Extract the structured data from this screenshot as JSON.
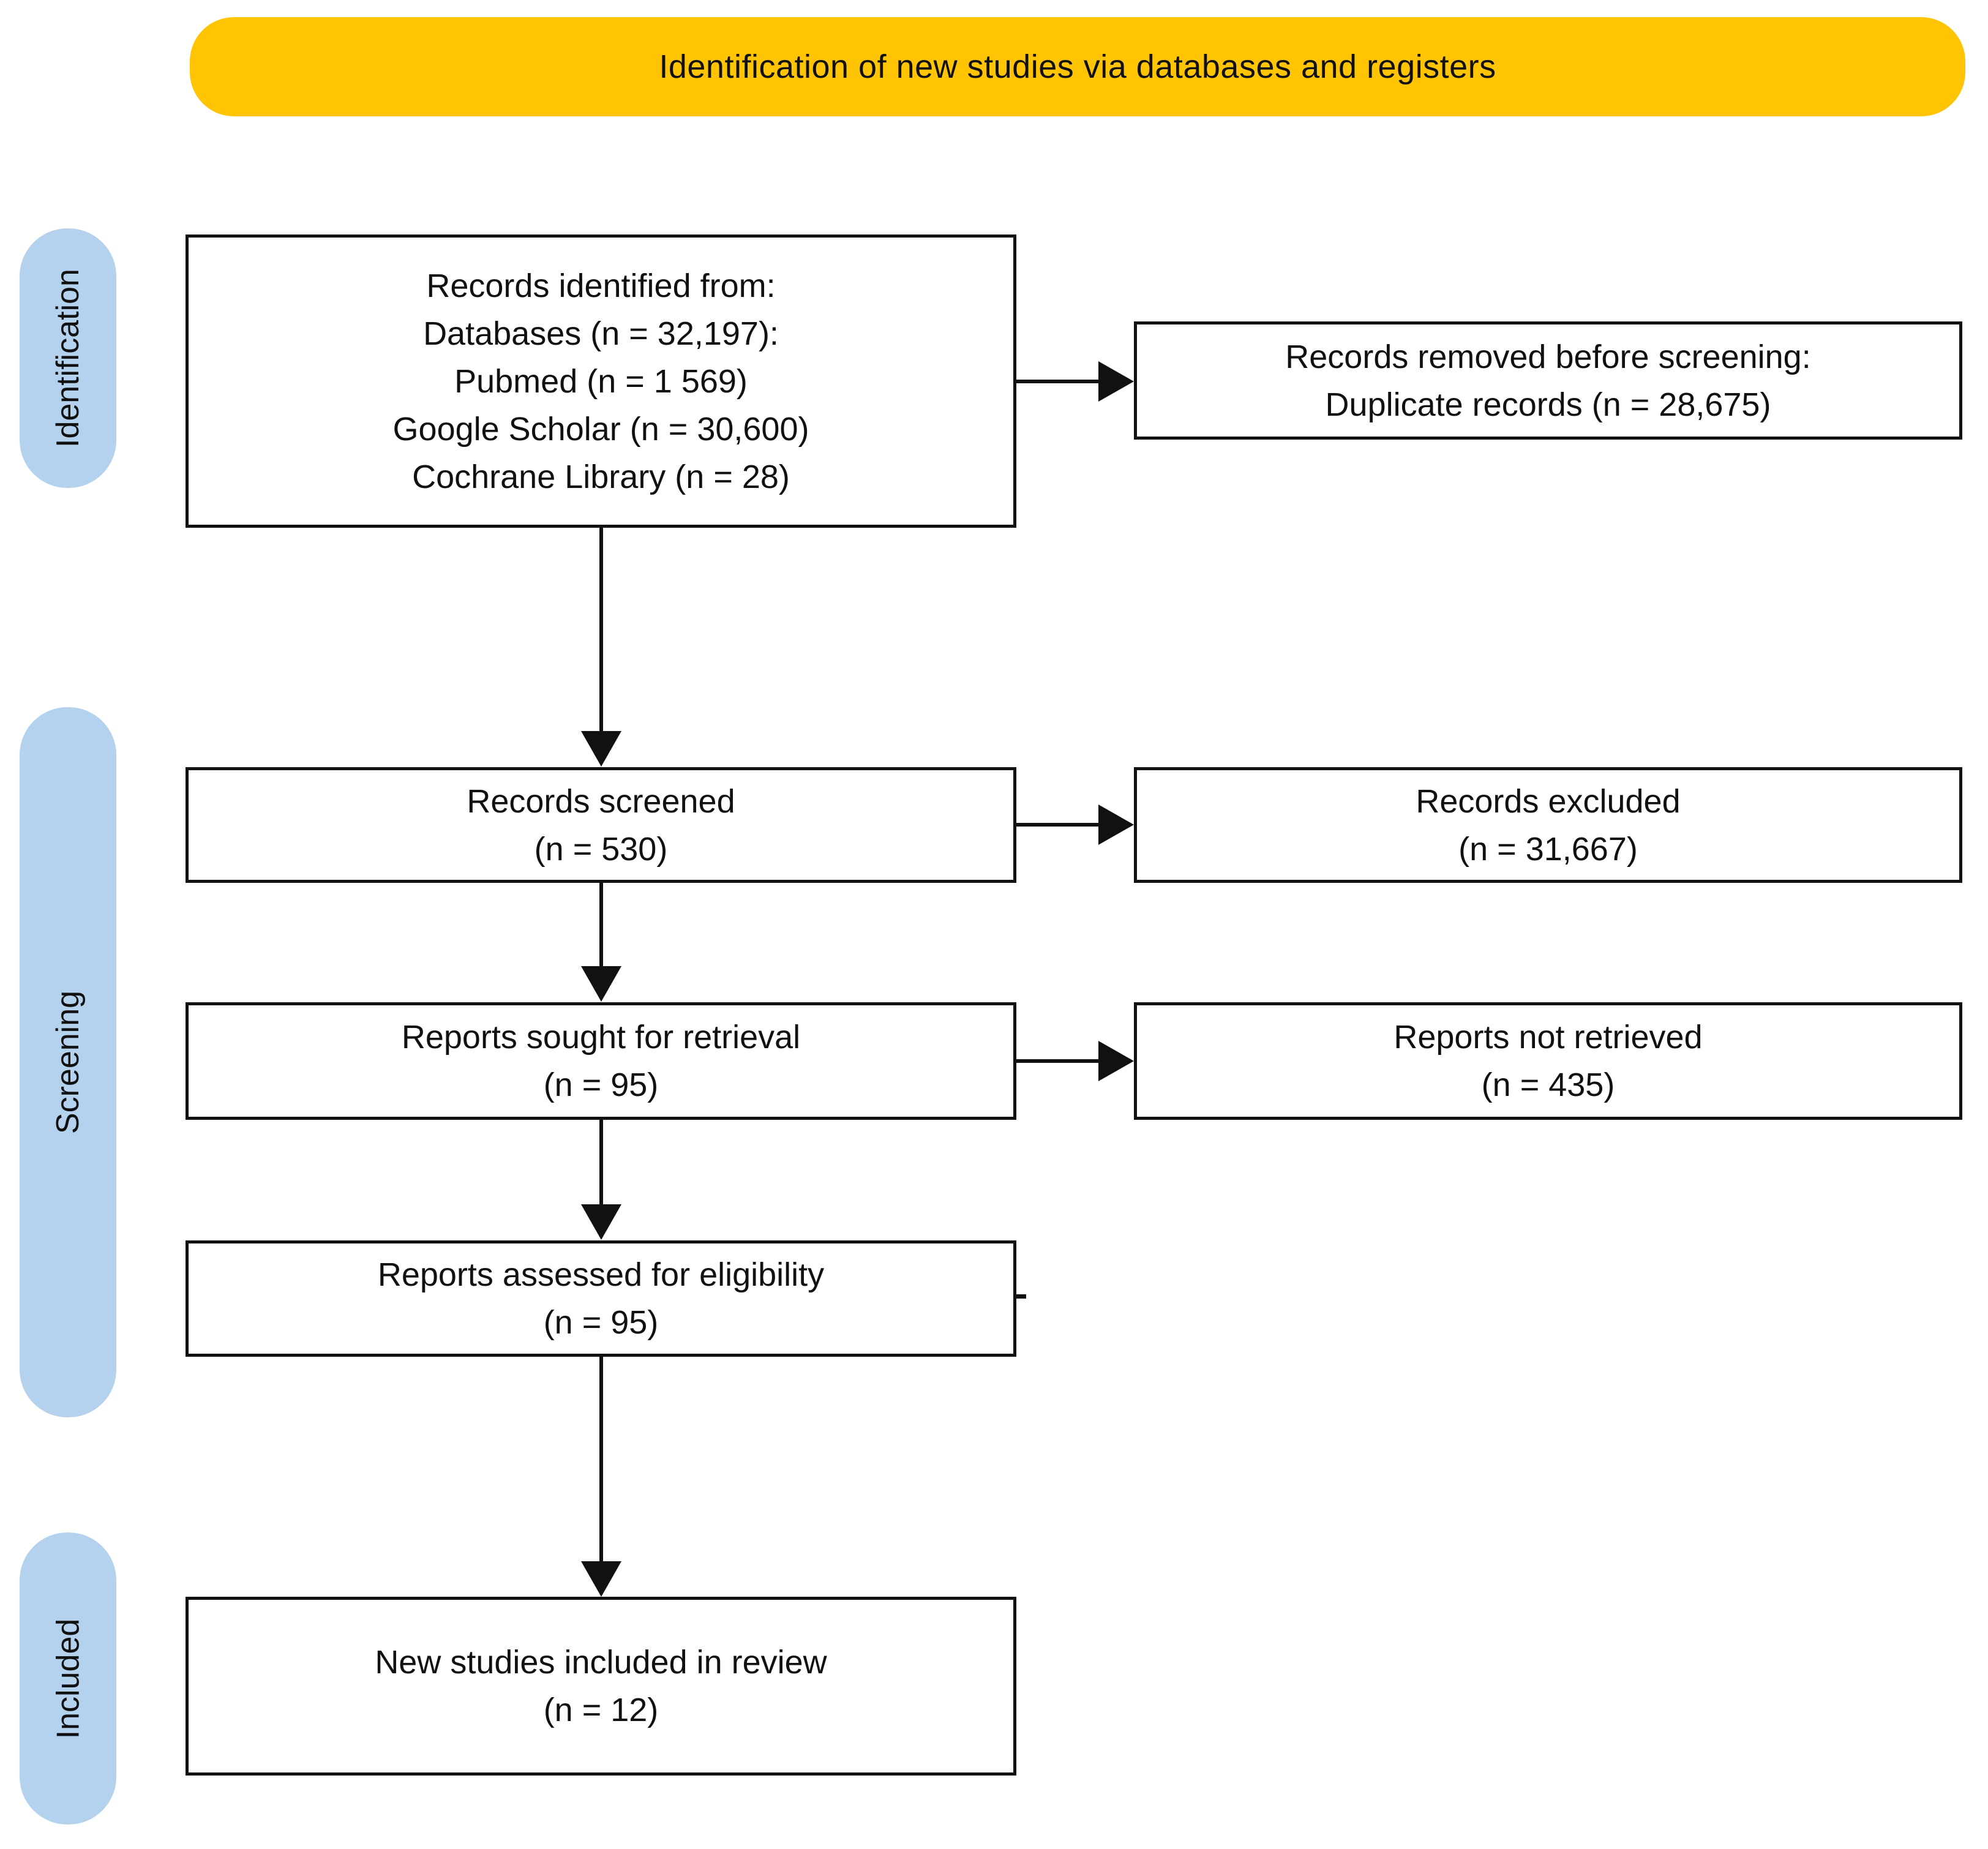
{
  "banner": {
    "title": "Identification of new studies via databases and registers"
  },
  "stages": {
    "identification": "Identification",
    "screening": "Screening",
    "included": "Included"
  },
  "boxes": {
    "identified": {
      "lines": [
        "Records identified from:",
        "Databases (n = 32,197):",
        "Pubmed (n = 1 569)",
        "Google Scholar (n = 30,600)",
        "Cochrane Library (n = 28)"
      ]
    },
    "removed": {
      "lines": [
        "Records removed before screening:",
        "Duplicate records (n = 28,675)"
      ]
    },
    "screened": {
      "lines": [
        "Records screened",
        "(n = 530)"
      ]
    },
    "excluded": {
      "lines": [
        "Records excluded",
        "(n = 31,667)"
      ]
    },
    "sought": {
      "lines": [
        "Reports sought for retrieval",
        "(n = 95)"
      ]
    },
    "not_retrieved": {
      "lines": [
        "Reports not retrieved",
        "(n = 435)"
      ]
    },
    "assessed": {
      "lines": [
        "Reports assessed for eligibility",
        "(n = 95)"
      ]
    },
    "included_review": {
      "lines": [
        "New studies included in review",
        "(n = 12)"
      ]
    }
  },
  "colors": {
    "banner_bg": "#FFC403",
    "stage_bg": "#B4D2EE",
    "box_border": "#111111",
    "arrow": "#111111"
  }
}
